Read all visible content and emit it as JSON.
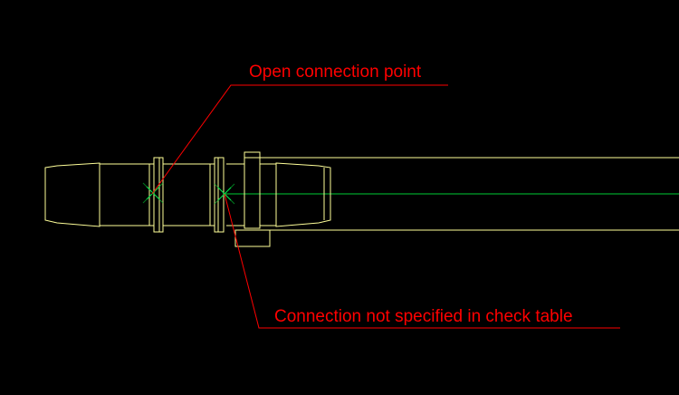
{
  "canvas": {
    "background": "#000000"
  },
  "colors": {
    "geometry": "#FFFF99",
    "centerline": "#00CC33",
    "annotation": "#FF0000",
    "marker": "#00FF66"
  },
  "annotations": [
    {
      "id": "open-connection",
      "text": "Open connection point",
      "marker_icon": "x-cross-marker-icon"
    },
    {
      "id": "unspecified-connection",
      "text": "Connection not specified in check table",
      "marker_icon": "x-cross-marker-icon"
    }
  ]
}
